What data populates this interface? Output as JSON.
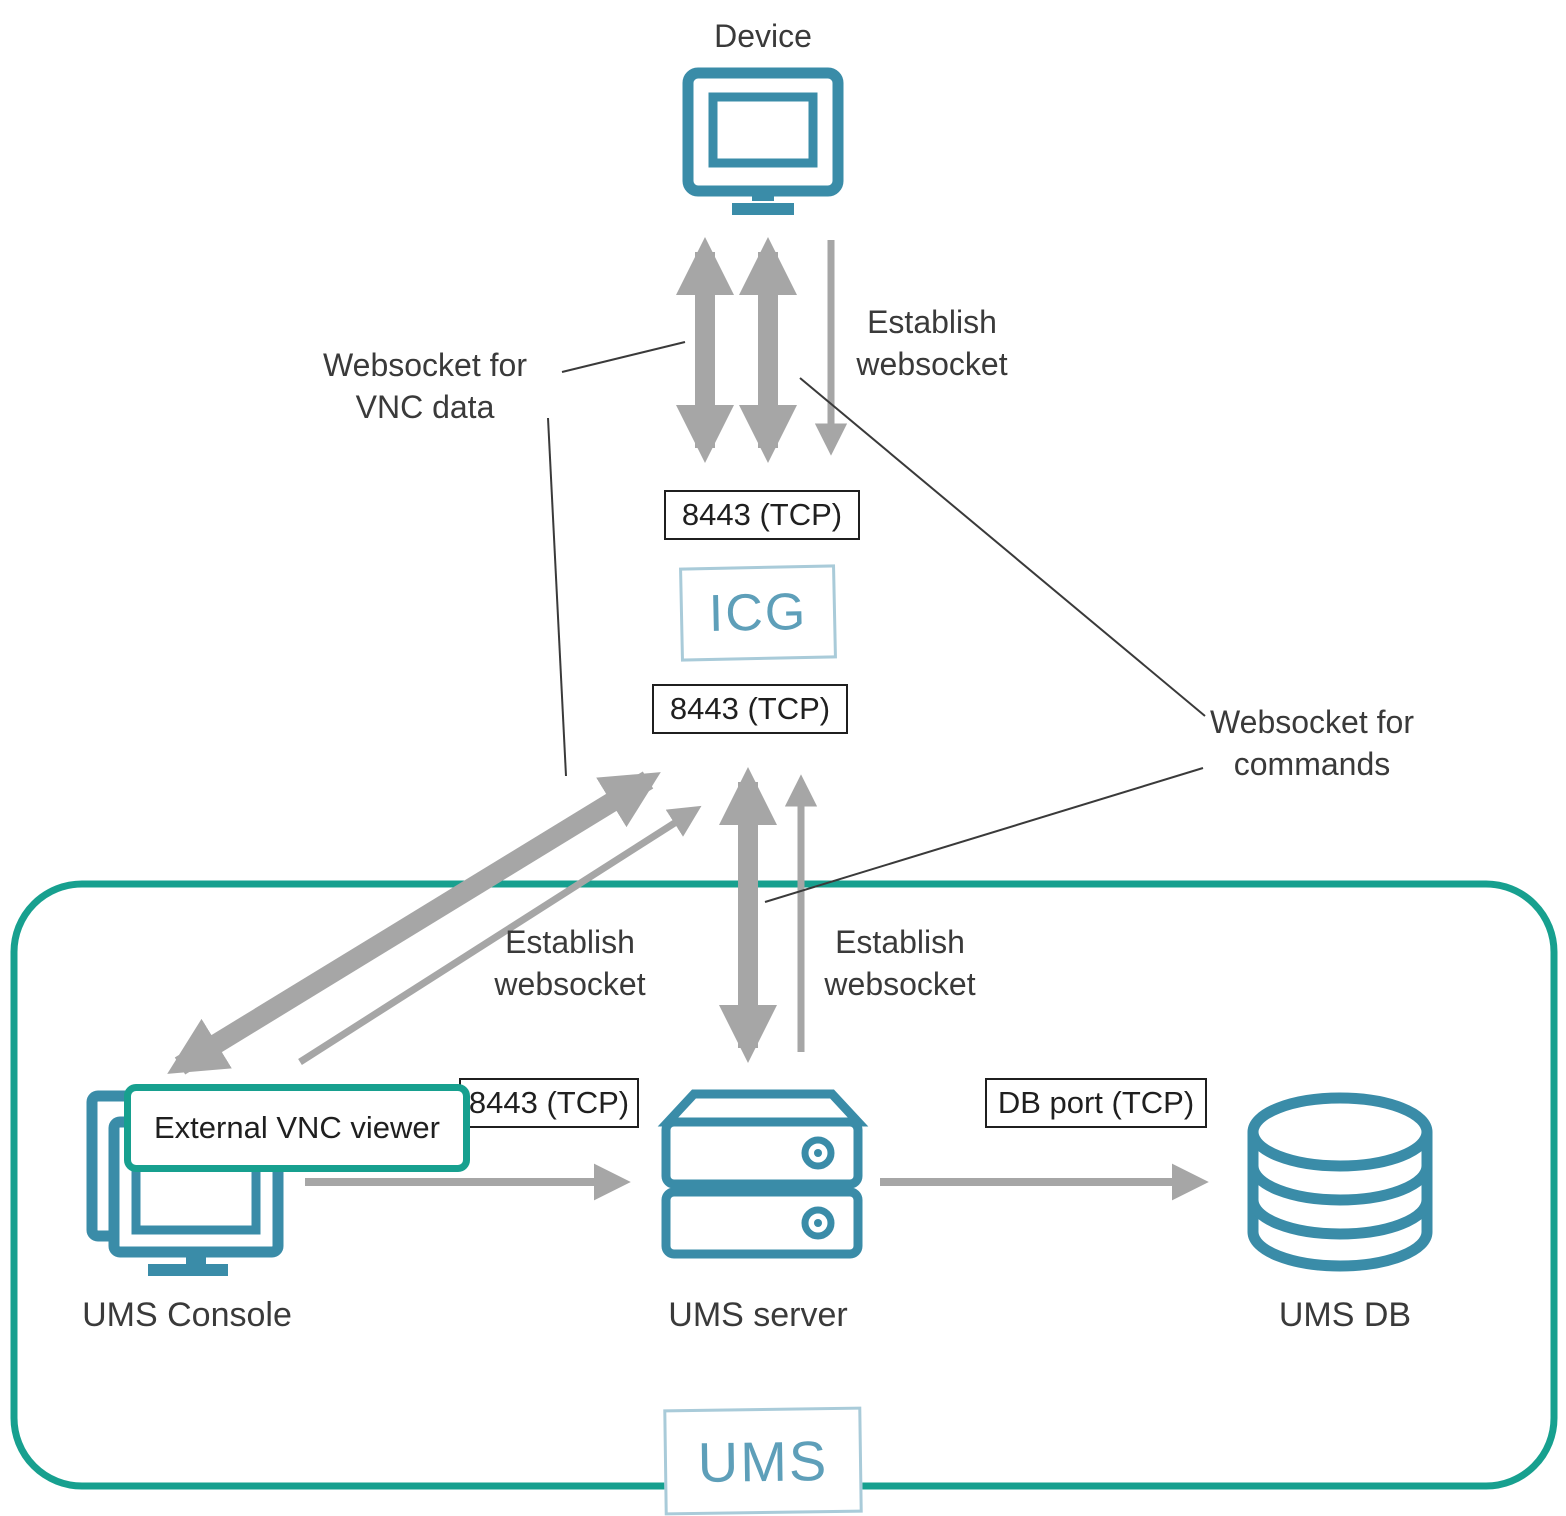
{
  "colors": {
    "node_teal": "#3a8ca8",
    "logo_teal": "#5e9fb9",
    "logo_border": "#a9cbd9",
    "group_green": "#17a08f",
    "arrow_gray": "#a6a6a6",
    "text_dark": "#3a3a3a"
  },
  "nodes": {
    "device": {
      "label": "Device"
    },
    "icg": {
      "label": "ICG"
    },
    "ums_console": {
      "label": "UMS Console"
    },
    "ums_server": {
      "label": "UMS server"
    },
    "ums_db": {
      "label": "UMS DB"
    },
    "external_vnc_viewer": {
      "label": "External VNC viewer"
    },
    "ums_group": {
      "label": "UMS"
    }
  },
  "port_labels": {
    "device_icg": "8443 (TCP)",
    "icg_ums": "8443 (TCP)",
    "console_server": "8443 (TCP)",
    "server_db": "DB port (TCP)"
  },
  "annotations": {
    "websocket_vnc": {
      "line1": "Websocket for",
      "line2": "VNC data"
    },
    "establish_ws_device": {
      "line1": "Establish",
      "line2": "websocket"
    },
    "websocket_commands": {
      "line1": "Websocket for",
      "line2": "commands"
    },
    "establish_ws_console": {
      "line1": "Establish",
      "line2": "websocket"
    },
    "establish_ws_server": {
      "line1": "Establish",
      "line2": "websocket"
    }
  }
}
